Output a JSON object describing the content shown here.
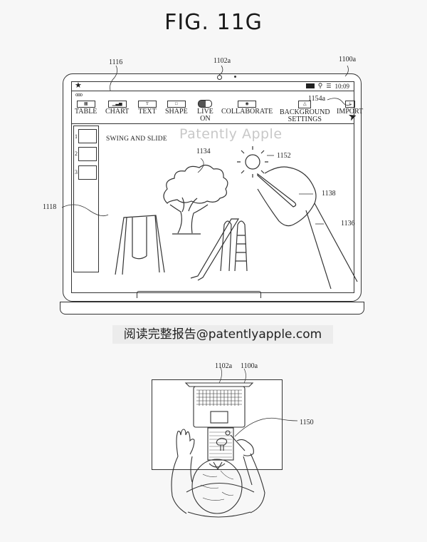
{
  "figure": {
    "title": "FIG. 11G"
  },
  "reference_labels": {
    "laptop": "1100a",
    "camera": "1102a",
    "menubar": "1116",
    "import_affordance": "1154a",
    "drawing": "1134",
    "sun": "1152",
    "stylus": "1138",
    "arm": "1136",
    "sidebar": "1118",
    "top_view_laptop": "1100a",
    "top_view_camera": "1102a",
    "top_view_paper": "1150"
  },
  "screen": {
    "menubar": {
      "logo_icon": "star-icon",
      "status_icons": [
        "battery-icon",
        "search-icon",
        "control-center-icon"
      ],
      "time": "10:09"
    },
    "window_controls": "ooo",
    "toolbar": {
      "items": [
        {
          "label": "TABLE",
          "icon": "table-icon"
        },
        {
          "label": "CHART",
          "icon": "chart-icon"
        },
        {
          "label": "TEXT",
          "icon": "text-icon"
        },
        {
          "label": "SHAPE",
          "icon": "shape-icon"
        },
        {
          "label": "LIVE",
          "label2": "ON",
          "icon": "toggle-icon"
        },
        {
          "label": "COLLABORATE",
          "icon": "collaborate-icon"
        },
        {
          "label": "BACKGROUND",
          "label2": "SETTINGS",
          "icon": "background-icon"
        },
        {
          "label": "IMPORT",
          "icon": "import-icon"
        }
      ]
    },
    "sidebar": {
      "slides": [
        "1",
        "2",
        "3"
      ]
    },
    "document": {
      "title": "SWING AND SLIDE",
      "objects": [
        "tree",
        "swing",
        "slide",
        "sun",
        "hand-with-stylus"
      ]
    },
    "watermark": "Patently Apple"
  },
  "banner": {
    "text": "阅读完整报告@patentlyapple.com"
  }
}
